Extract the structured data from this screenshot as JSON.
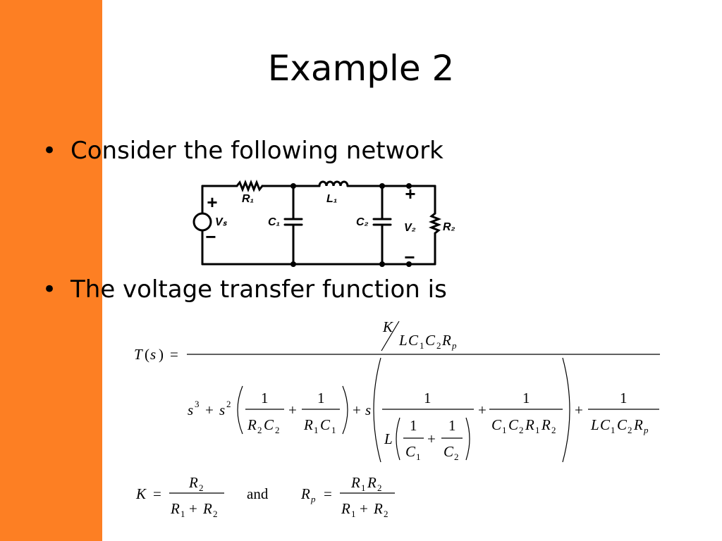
{
  "slide": {
    "title": "Example 2",
    "bullets": [
      {
        "marker": "•",
        "text": "Consider the following network"
      },
      {
        "marker": "•",
        "text": "The voltage transfer function is"
      }
    ]
  },
  "circuit": {
    "labels": {
      "r1": "R₁",
      "l1": "L₁",
      "vs": "Vₛ",
      "c1": "C₁",
      "c2": "C₂",
      "v2": "V₂",
      "r2": "R₂",
      "plus": "+",
      "minus": "−"
    }
  },
  "equations": {
    "T": "T",
    "s": "s",
    "K": "K",
    "L": "L",
    "C": "C",
    "R": "R",
    "one": "1",
    "two": "2",
    "three": "3",
    "p": "p",
    "plus": "+",
    "eq": "=",
    "lp": "(",
    "rp": ")",
    "and": "and"
  },
  "colors": {
    "accent": "#fd7f23"
  }
}
